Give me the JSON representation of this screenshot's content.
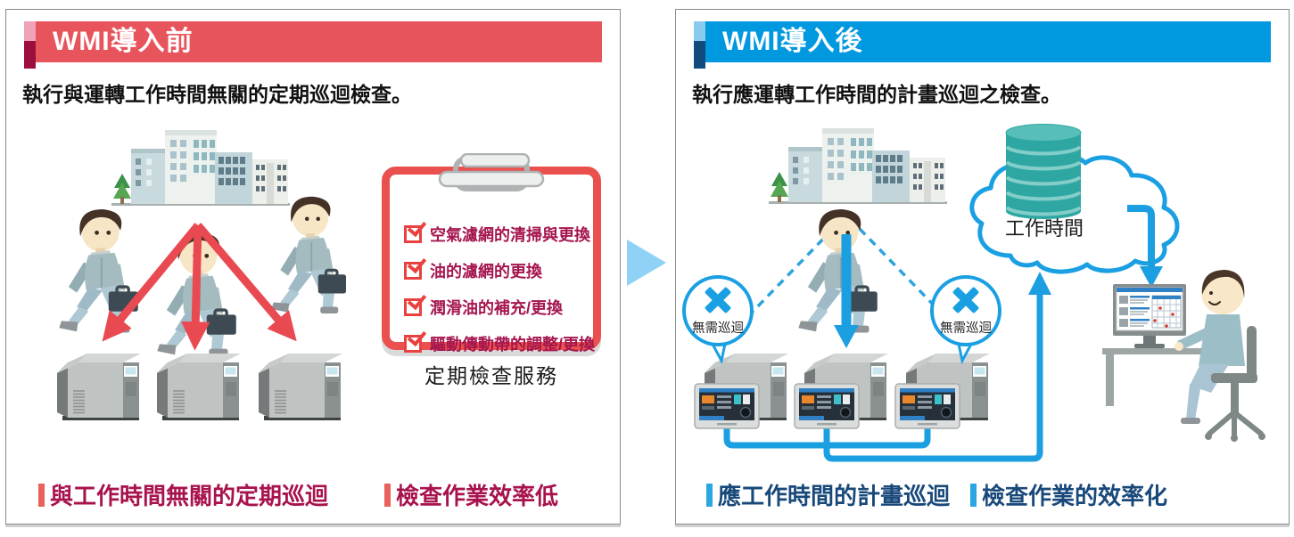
{
  "before": {
    "title": "WMI導入前",
    "subtitle": "執行與運轉工作時間無關的定期巡迴檢查。",
    "checklist_items": [
      "空氣濾網的清掃與更換",
      "油的濾網的更換",
      "潤滑油的補充/更換",
      "驅動傳動帶的調整/更換"
    ],
    "checklist_caption": "定期檢查服務",
    "footnote_1": "與工作時間無關的定期巡迴",
    "footnote_2": "檢查作業效率低"
  },
  "after": {
    "title": "WMI導入後",
    "subtitle": "執行應運轉工作時間的計畫巡迴之檢查。",
    "cloud_label": "工作時間",
    "no_patrol_left": "無需巡迴",
    "no_patrol_right": "無需巡迴",
    "footnote_1": "應工作時間的計畫巡迴",
    "footnote_2": "檢查作業的效率化"
  },
  "icons": {
    "divider": "right-triangle-arrow-icon",
    "clipboard": "clipboard-icon",
    "checkbox": "checked-checkbox-icon",
    "building": "office-building-icon",
    "worker": "service-worker-icon",
    "machine": "compressor-machine-icon",
    "control_panel": "touch-panel-icon",
    "no_patrol": "x-mark-bubble-icon",
    "cloud_database": "cloud-database-icon",
    "operator": "operator-at-desk-icon"
  },
  "colors": {
    "before_header_bg": "#E8545B",
    "before_accent_light": "#F0A3B8",
    "before_accent_dark": "#9C0E3E",
    "after_header_bg": "#0098DE",
    "after_accent_light": "#89CBEE",
    "after_accent_dark": "#114A7D",
    "checklist_text": "#A5164F",
    "checkbox_red": "#E9413F",
    "clipboard_border": "#E9504E",
    "before_footnote_text": "#A8134E",
    "before_footnote_bar": "#E8625B",
    "after_footnote_text": "#19497A",
    "after_footnote_bar": "#2AA7E2",
    "arrow_red": "#E94A52",
    "arrow_blue": "#1B9FE0",
    "divider_blue": "#8FD2F5",
    "database_teal": "#2EA7A3"
  }
}
